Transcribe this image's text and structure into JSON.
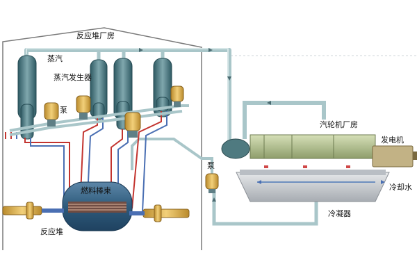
{
  "labels": {
    "reactor_building": "反应堆厂房",
    "steam": "蒸汽",
    "steam_generator": "蒸汽发生器",
    "pump_primary": "泵",
    "pump_secondary": "泵",
    "turbine_hall": "汽轮机厂房",
    "generator": "发电机",
    "fuel_rod_bundle": "燃料棒束",
    "cooling_water": "冷却水",
    "condenser": "冷凝器",
    "reactor": "反应堆"
  },
  "colors": {
    "steam_pipe": "#a9c6c9",
    "steam_generator": "#3f6f78",
    "reactor_vessel": "#2f5d7c",
    "hot_loop": "#c3342f",
    "cold_loop": "#4a6fb3",
    "pump": "#d6a94a",
    "turbine": "#b8c79a",
    "condenser": "#c8ccd0",
    "building_outline": "#7a7a7a"
  }
}
